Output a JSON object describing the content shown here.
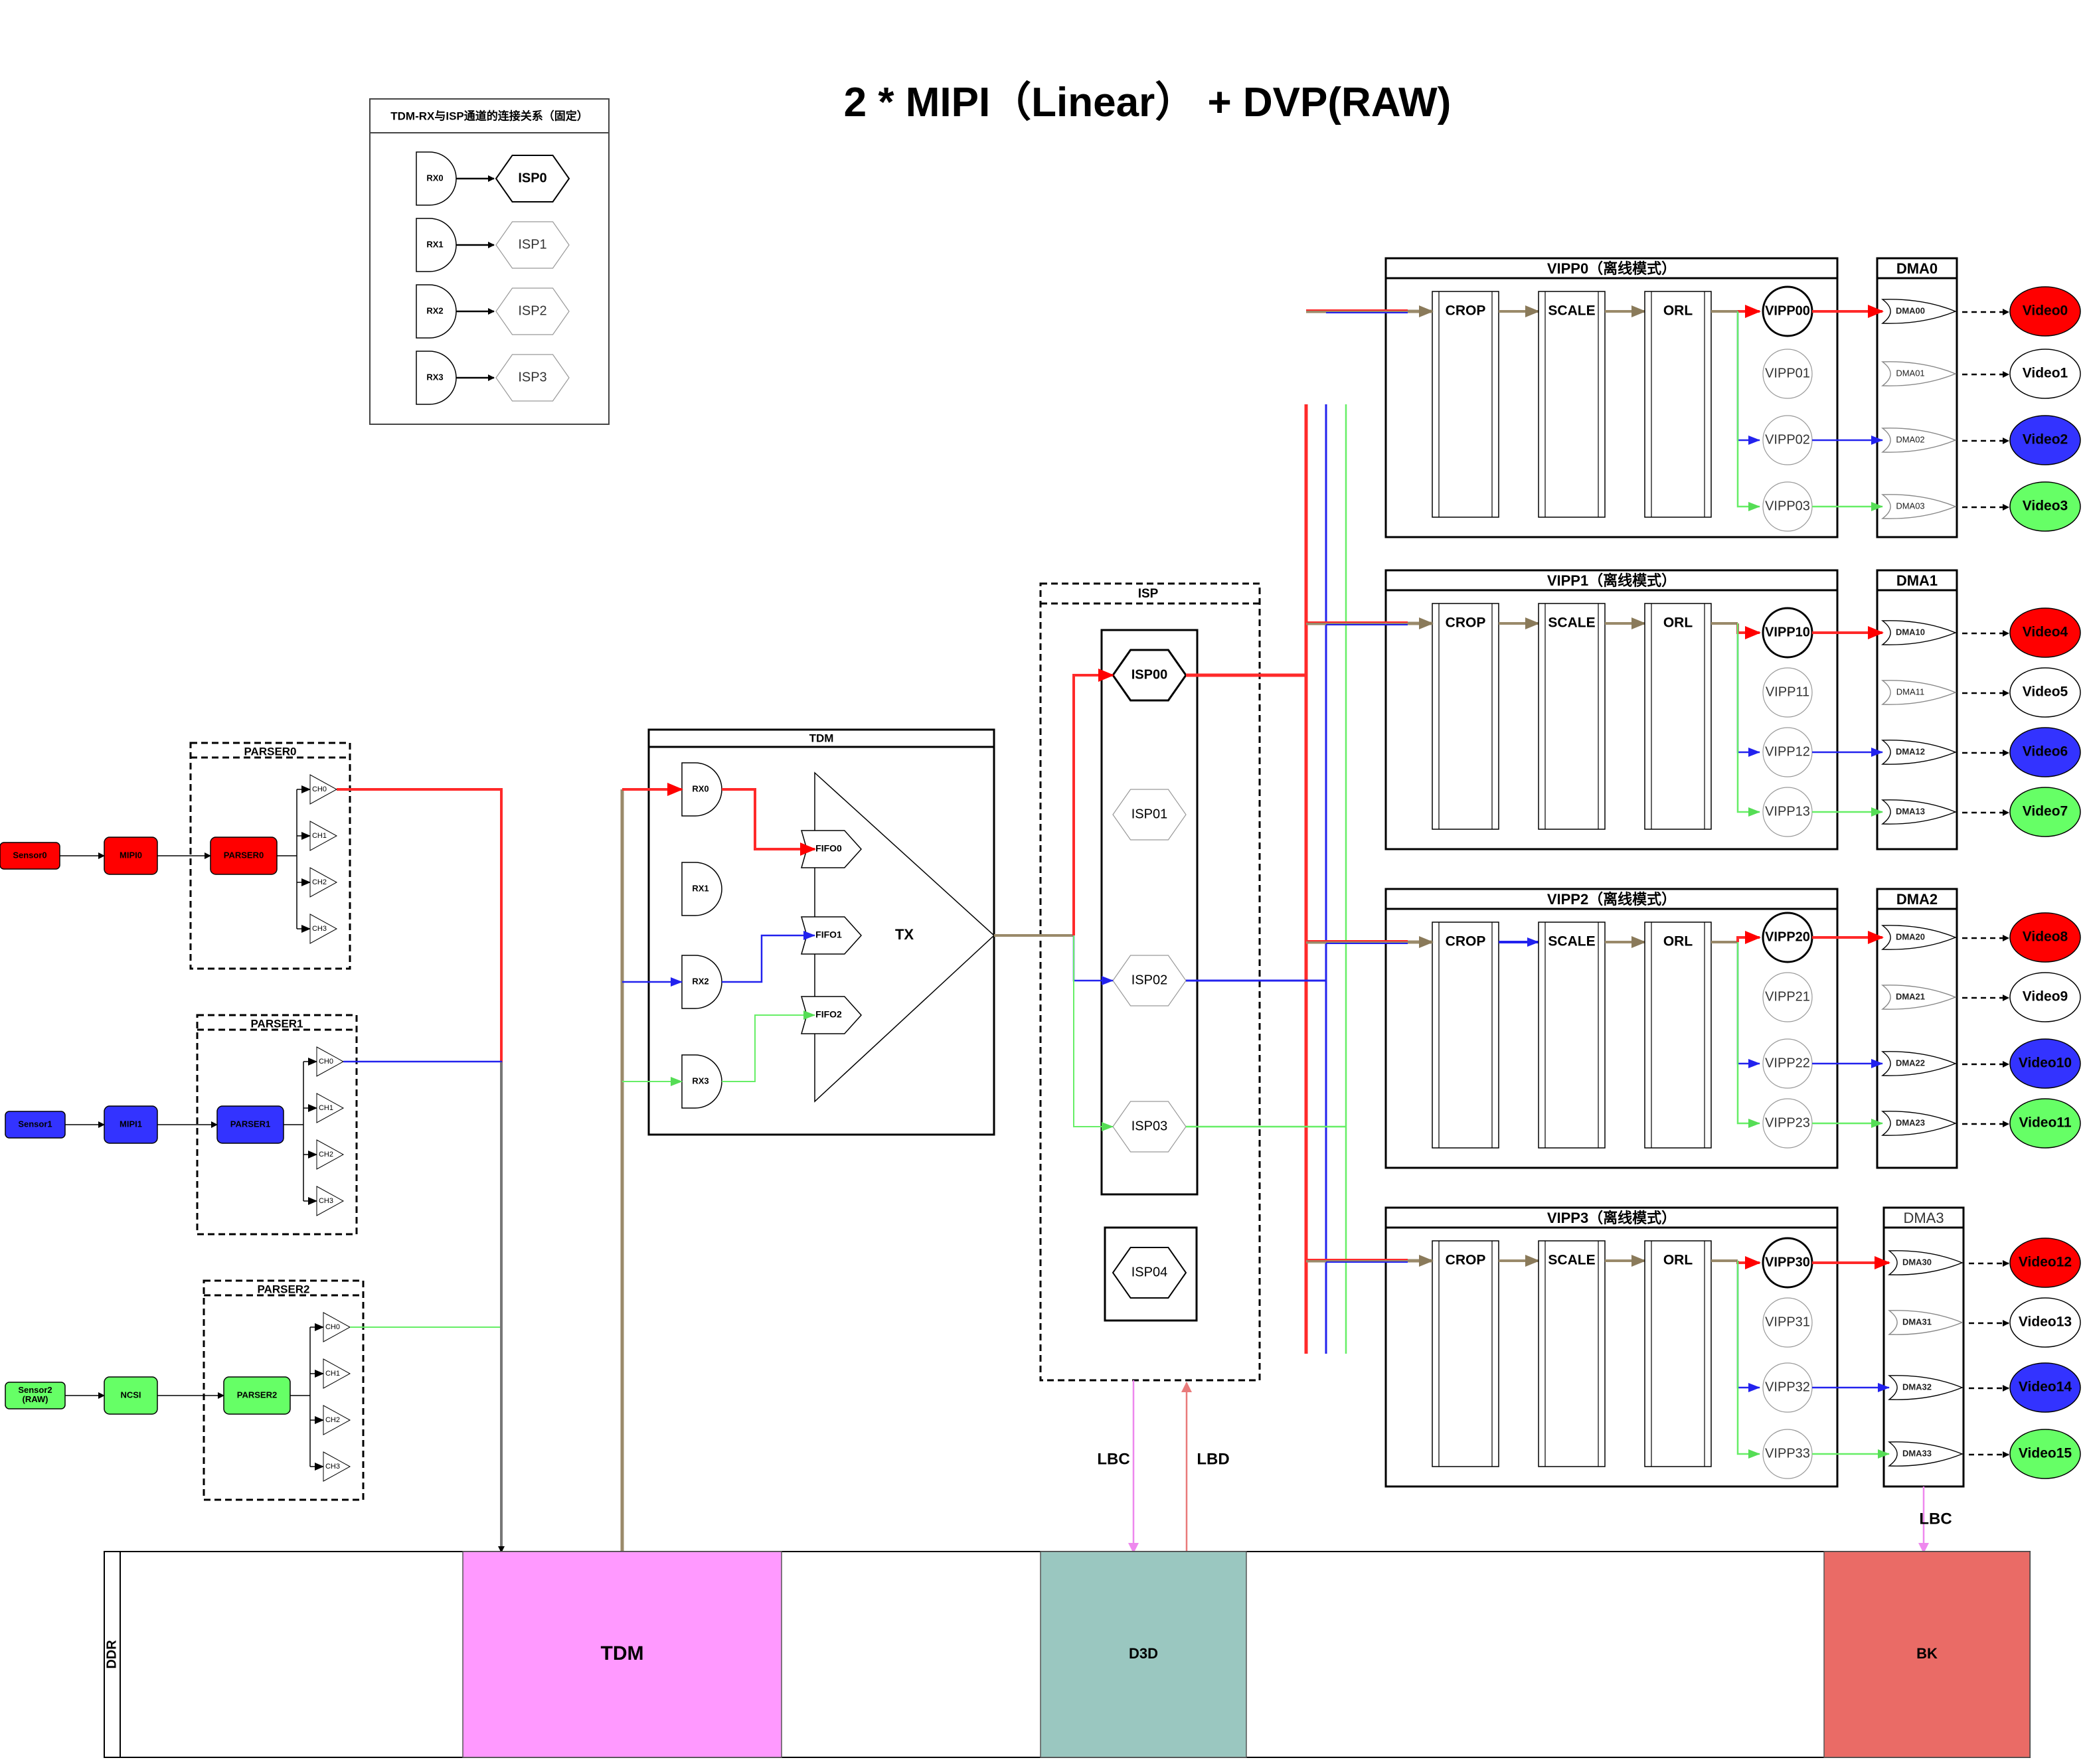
{
  "title": "2 * MIPI（Linear） + DVP(RAW)",
  "colors": {
    "red": "#ff0000",
    "blue": "#3333ff",
    "green": "#66ff66",
    "red_path": "#ff2a2a",
    "blue_path": "#2222ee",
    "green_path": "#66ee66",
    "pink": "#ee88ee",
    "tdm_fill": "#ff99ff",
    "d3d_fill": "#9ac7c0",
    "bk_fill": "#ea6b66",
    "mixed": "#9a8a6a"
  },
  "legend": {
    "title": "TDM-RX与ISP通道的连接关系（固定）",
    "rows": [
      {
        "rx": "RX0",
        "isp": "ISP0",
        "active": true
      },
      {
        "rx": "RX1",
        "isp": "ISP1",
        "active": false
      },
      {
        "rx": "RX2",
        "isp": "ISP2",
        "active": false
      },
      {
        "rx": "RX3",
        "isp": "ISP3",
        "active": false
      }
    ]
  },
  "sensors": [
    {
      "sensor": "Sensor0",
      "iface": "MIPI0",
      "parser": "PARSER0",
      "group": "PARSER0",
      "color": "red"
    },
    {
      "sensor": "Sensor1",
      "iface": "MIPI1",
      "parser": "PARSER1",
      "group": "PARSER1",
      "color": "blue"
    },
    {
      "sensor": "Sensor2\n(RAW)",
      "iface": "NCSI",
      "parser": "PARSER2",
      "group": "PARSER2",
      "color": "green"
    }
  ],
  "parser_channels": [
    "CH0",
    "CH1",
    "CH2",
    "CH3"
  ],
  "tdm": {
    "title": "TDM",
    "rx": [
      "RX0",
      "RX1",
      "RX2",
      "RX3"
    ],
    "fifo": [
      "FIFO0",
      "FIFO1",
      "FIFO2"
    ],
    "tx": "TX"
  },
  "isp": {
    "title": "ISP",
    "units": [
      {
        "label": "ISP00",
        "active": true
      },
      {
        "label": "ISP01",
        "active": false
      },
      {
        "label": "ISP02",
        "active": false
      },
      {
        "label": "ISP03",
        "active": false
      }
    ],
    "extra": "ISP04"
  },
  "vipp": [
    {
      "title": "VIPP0（离线模式）",
      "dma": "DMA0",
      "dma_bold": true,
      "outs": [
        {
          "vipp": "VIPP00",
          "dma": "DMA00",
          "video": "Video0",
          "color": "red"
        },
        {
          "vipp": "VIPP01",
          "dma": "DMA01",
          "video": "Video1",
          "color": "none"
        },
        {
          "vipp": "VIPP02",
          "dma": "DMA02",
          "video": "Video2",
          "color": "blue"
        },
        {
          "vipp": "VIPP03",
          "dma": "DMA03",
          "video": "Video3",
          "color": "green"
        }
      ]
    },
    {
      "title": "VIPP1（离线模式）",
      "dma": "DMA1",
      "dma_bold": true,
      "outs": [
        {
          "vipp": "VIPP10",
          "dma": "DMA10",
          "video": "Video4",
          "color": "red"
        },
        {
          "vipp": "VIPP11",
          "dma": "DMA11",
          "video": "Video5",
          "color": "none"
        },
        {
          "vipp": "VIPP12",
          "dma": "DMA12",
          "video": "Video6",
          "color": "blue"
        },
        {
          "vipp": "VIPP13",
          "dma": "DMA13",
          "video": "Video7",
          "color": "green"
        }
      ]
    },
    {
      "title": "VIPP2（离线模式）",
      "dma": "DMA2",
      "dma_bold": true,
      "outs": [
        {
          "vipp": "VIPP20",
          "dma": "DMA20",
          "video": "Video8",
          "color": "red"
        },
        {
          "vipp": "VIPP21",
          "dma": "DMA21",
          "video": "Video9",
          "color": "none"
        },
        {
          "vipp": "VIPP22",
          "dma": "DMA22",
          "video": "Video10",
          "color": "blue"
        },
        {
          "vipp": "VIPP23",
          "dma": "DMA23",
          "video": "Video11",
          "color": "green"
        }
      ]
    },
    {
      "title": "VIPP3（离线模式）",
      "dma": "DMA3",
      "dma_bold": false,
      "outs": [
        {
          "vipp": "VIPP30",
          "dma": "DMA30",
          "video": "Video12",
          "color": "red"
        },
        {
          "vipp": "VIPP31",
          "dma": "DMA31",
          "video": "Video13",
          "color": "none"
        },
        {
          "vipp": "VIPP32",
          "dma": "DMA32",
          "video": "Video14",
          "color": "blue"
        },
        {
          "vipp": "VIPP33",
          "dma": "DMA33",
          "video": "Video15",
          "color": "green"
        }
      ]
    }
  ],
  "stages": [
    "CROP",
    "SCALE",
    "ORL"
  ],
  "bus_labels": {
    "lbc": "LBC",
    "lbd": "LBD",
    "lbc_bk": "LBC"
  },
  "ddr": {
    "label": "DDR",
    "regions": [
      "TDM",
      "D3D",
      "BK"
    ]
  }
}
